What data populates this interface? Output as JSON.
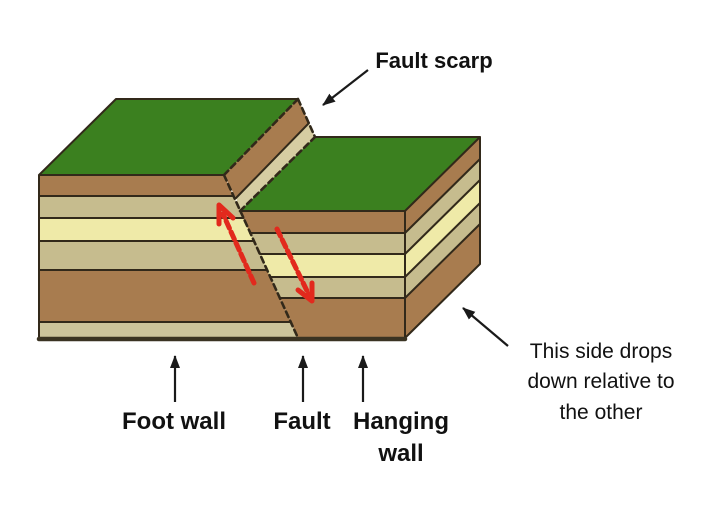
{
  "labels": {
    "fault_scarp": "Fault scarp",
    "foot_wall": "Foot wall",
    "fault": "Fault",
    "hanging_wall_line1": "Hanging",
    "hanging_wall_line2": "wall",
    "drop_note_line1": "This side drops",
    "drop_note_line2": "down relative to",
    "drop_note_line3": "the other"
  },
  "colors": {
    "background": "#ffffff",
    "grass_green": "#3b801f",
    "brown": "#a87c4f",
    "tan": "#c6bc8e",
    "pale_yellow": "#efeaa8",
    "light_tan": "#ccc49b",
    "scarp_tan": "#d6cda2",
    "outline": "#32291a",
    "bottom_line": "#3a3322",
    "fault_red": "#e2291d",
    "text": "#111111",
    "arrow_black": "#1a1a1a"
  }
}
